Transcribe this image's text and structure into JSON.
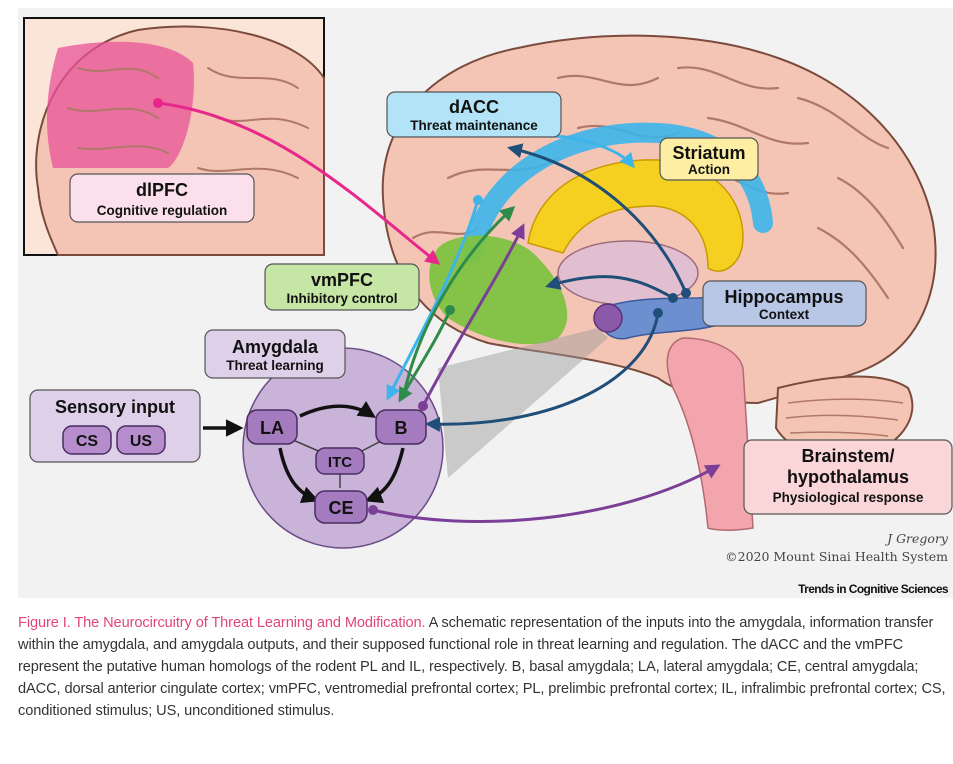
{
  "figure": {
    "dlpfc": {
      "title": "dlPFC",
      "subtitle": "Cognitive regulation"
    },
    "dacc": {
      "title": "dACC",
      "subtitle": "Threat maintenance"
    },
    "striatum": {
      "title": "Striatum",
      "subtitle": "Action"
    },
    "vmpfc": {
      "title": "vmPFC",
      "subtitle": "Inhibitory control"
    },
    "hippocampus": {
      "title": "Hippocampus",
      "subtitle": "Context"
    },
    "amygdala": {
      "title": "Amygdala",
      "subtitle": "Threat learning",
      "nodes": {
        "la": "LA",
        "b": "B",
        "itc": "ITC",
        "ce": "CE"
      }
    },
    "sensory": {
      "title": "Sensory input",
      "cs": "CS",
      "us": "US"
    },
    "brainstem": {
      "line1": "Brainstem/",
      "line2": "hypothalamus",
      "subtitle": "Physiological response"
    },
    "credit_author": "J Gregory",
    "credit_copyright": "©2020 Mount Sinai Health System",
    "journal": "Trends in Cognitive Sciences"
  },
  "caption": {
    "title": "Figure I. The Neurocircuitry of Threat Learning and Modification.",
    "body": " A schematic representation of the inputs into the amygdala, information transfer within the amygdala, and amygdala outputs, and their supposed functional role in threat learning and regulation. The dACC and the vmPFC represent the putative human homologs of the rodent PL and IL, respectively. B, basal amygdala; LA, lateral amygdala; CE, central amygdala; dACC, dorsal anterior cingulate cortex; vmPFC, ventromedial prefrontal cortex; PL, prelimbic prefrontal cortex; IL, infralimbic prefrontal cortex; CS, conditioned stimulus; US, unconditioned stimulus."
  },
  "colors": {
    "dlpfc": "#e8539a",
    "dacc": "#3db5ea",
    "striatum": "#f5d020",
    "vmpfc": "#7dc242",
    "hippocampus": "#8fa8d8",
    "amygdala": "#c9b3d8",
    "brainstem": "#f2a5ac",
    "pathway_blue": "#1f4e79",
    "pathway_purple": "#7b3f98",
    "pathway_green": "#2e8b4a"
  }
}
